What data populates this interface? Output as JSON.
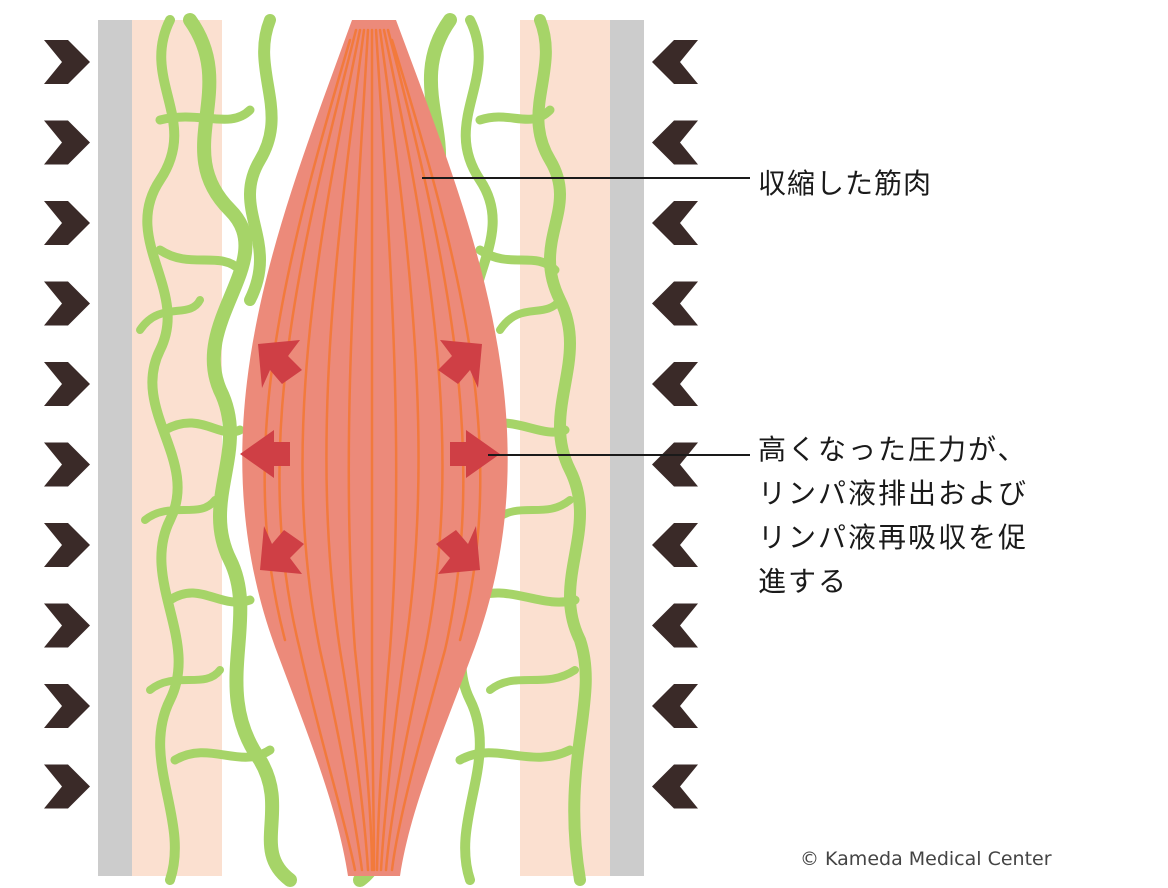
{
  "colors": {
    "arrow_dark": "#3a2a28",
    "skin_gray": "#cccccc",
    "tissue_peach": "#fbe0d0",
    "lymph_green": "#a6d468",
    "muscle_pink": "#ec8a7a",
    "muscle_fiber": "#f27a3c",
    "pressure_red": "#cf3f45",
    "leader_line": "#1a1a1a"
  },
  "labels": {
    "muscle": "収縮した筋肉",
    "pressure_lines": [
      "高くなった圧力が、",
      "リンパ液排出および",
      "リンパ液再吸収を促",
      "進する"
    ]
  },
  "credit": "© Kameda Medical Center",
  "external_pressure_arrow_count_per_side": 10,
  "internal_pressure_arrow_count_per_side": 3
}
